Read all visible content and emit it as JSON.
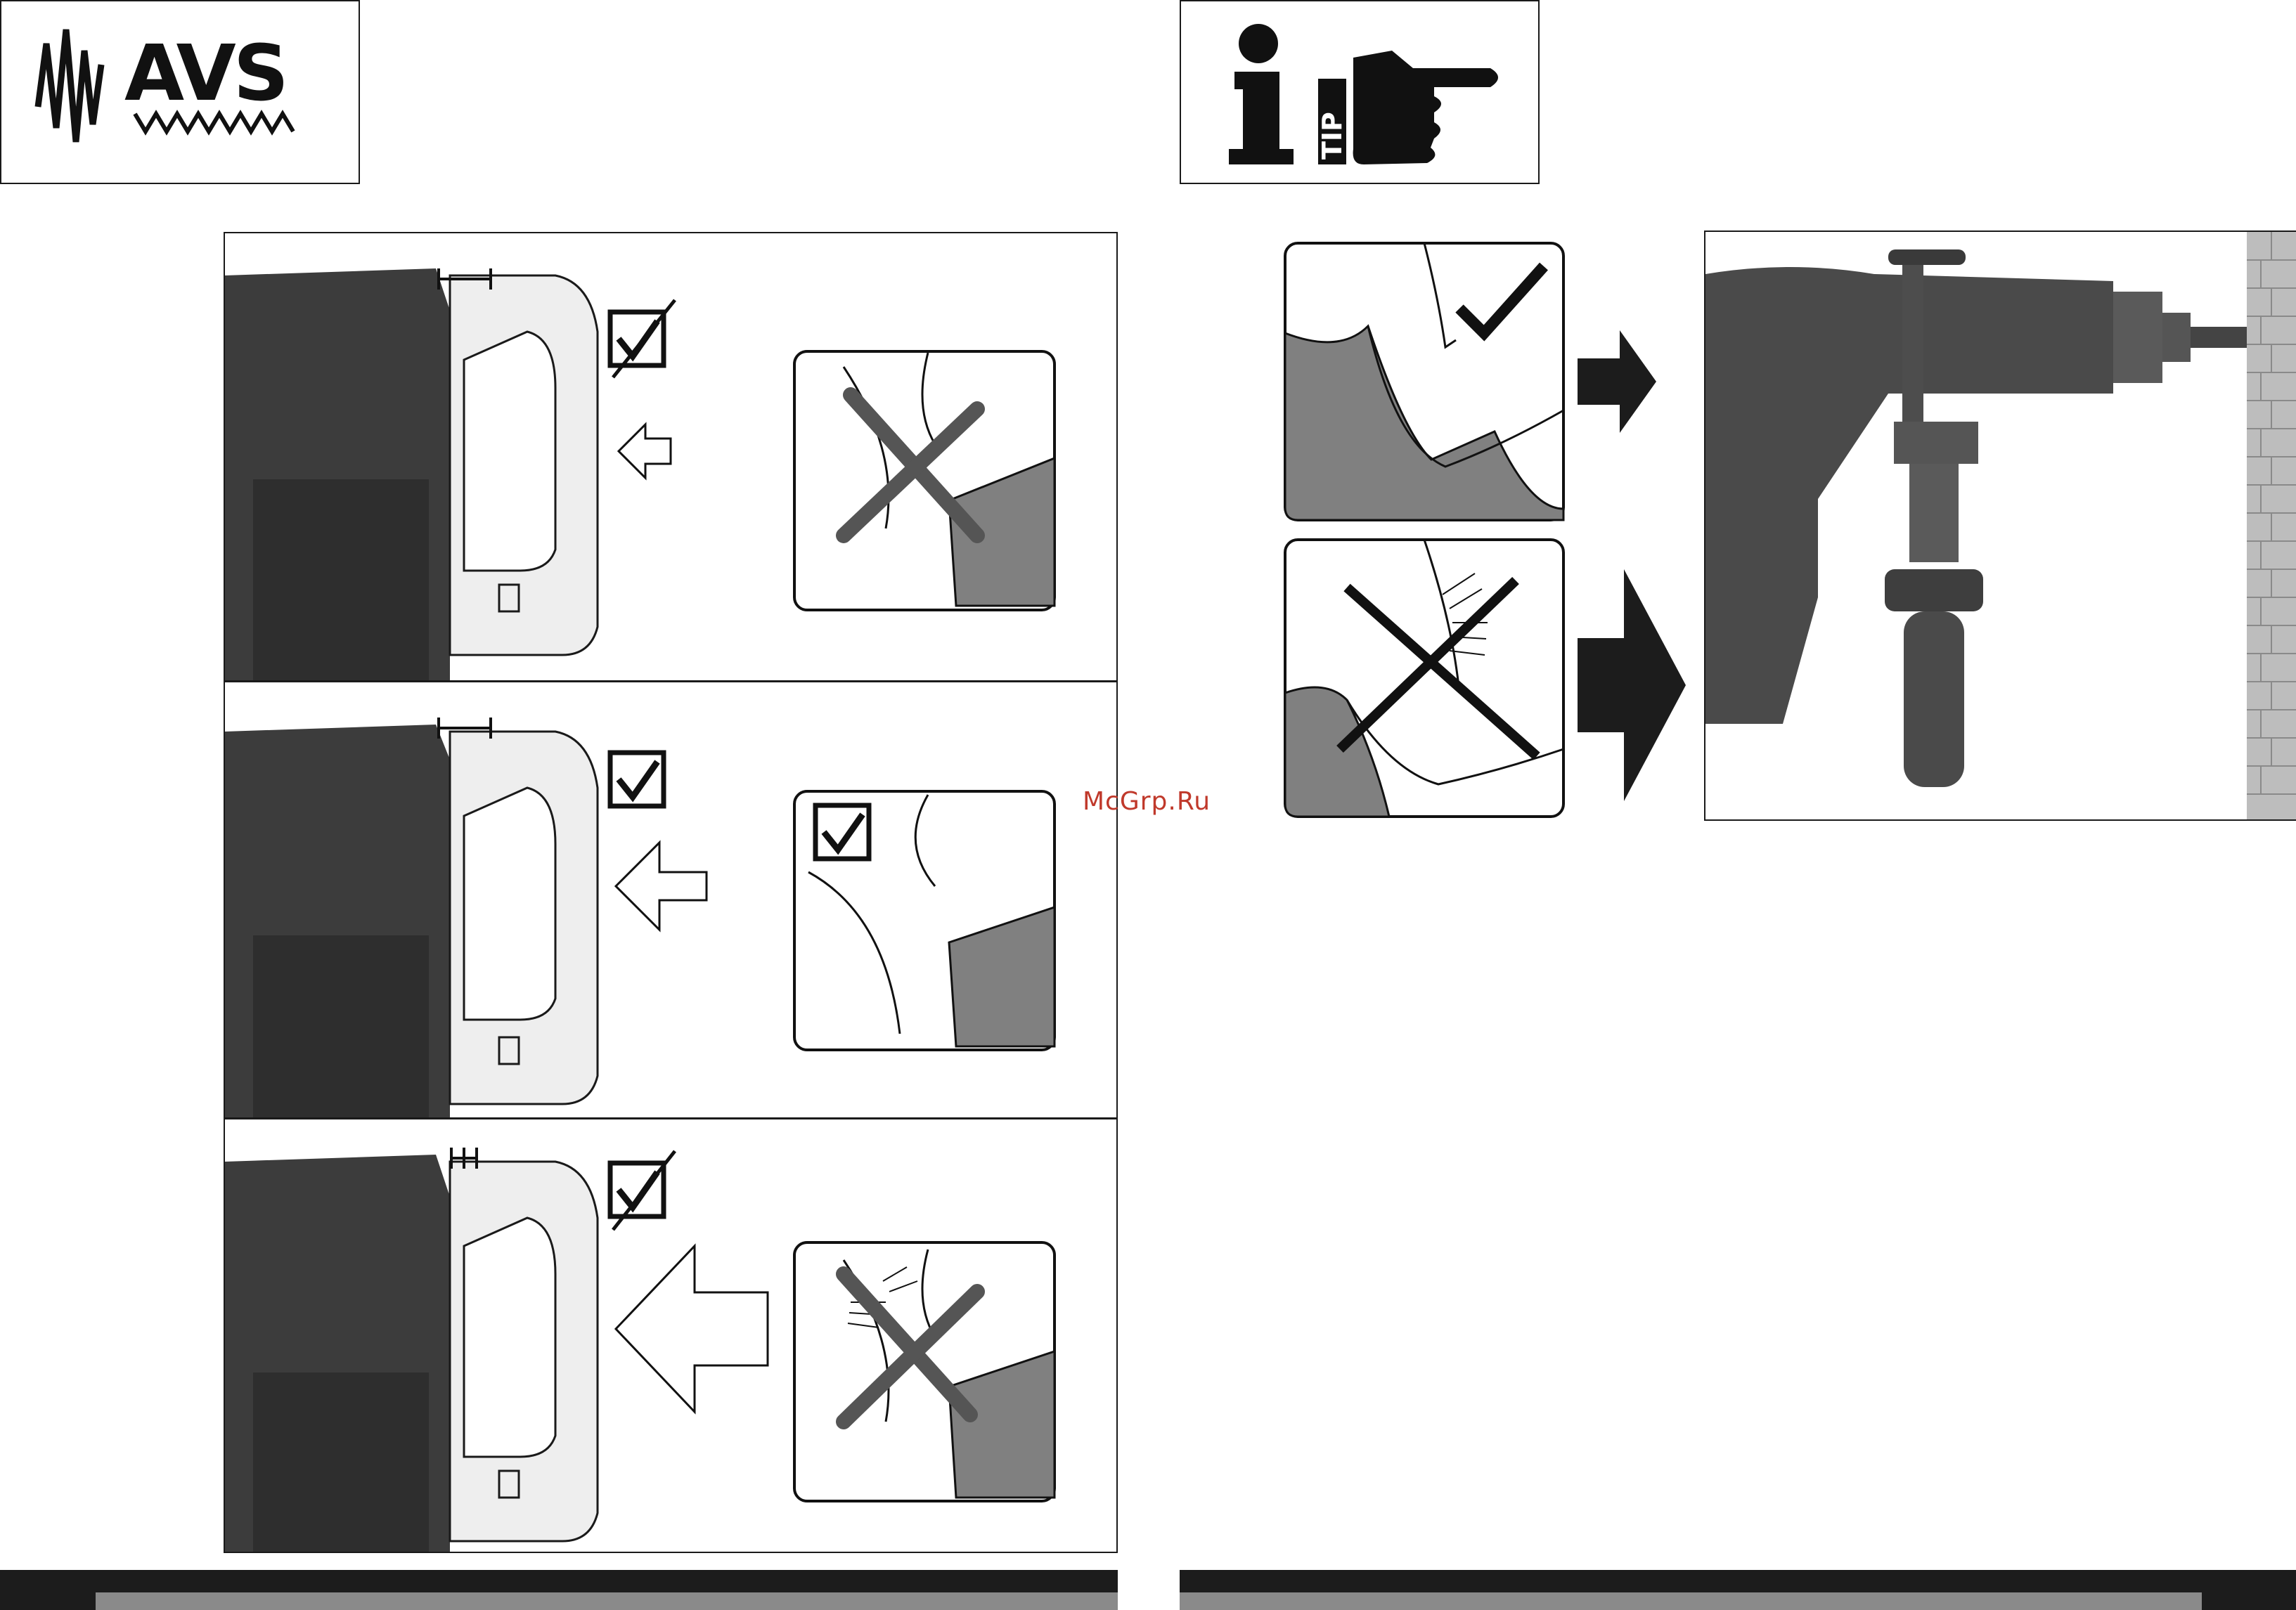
{
  "header_left": {
    "logo_text": "AVS",
    "logo_icon": "avs-sawtooth-logo"
  },
  "header_right": {
    "tip_text": "TIP",
    "info_glyph": "i",
    "icon": "pointing-hand-icon"
  },
  "watermark": "McGrp.Ru",
  "colors": {
    "tool_dark": "#3c3c3c",
    "tool_light": "#eeeeee",
    "arm_fill": "#808080",
    "footer_bar": "#1c1c1c",
    "footer_stripe": "#8a8a8a"
  }
}
